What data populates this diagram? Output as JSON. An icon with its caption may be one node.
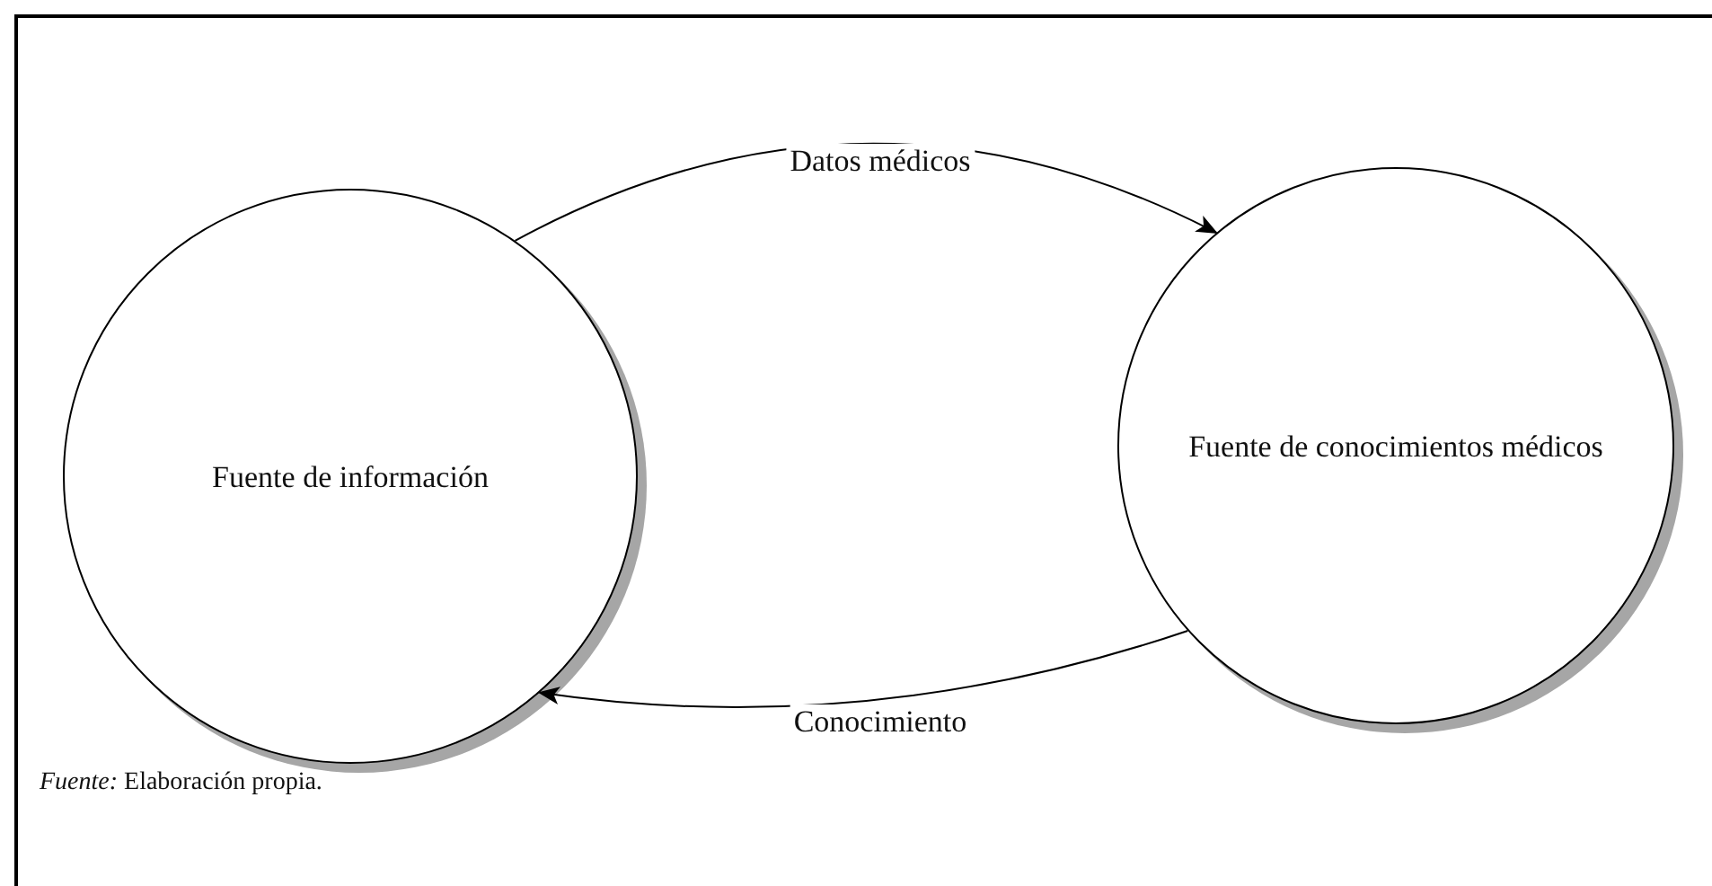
{
  "diagram": {
    "caption": "*Fuente:* Elaboración propia.",
    "nodes": [
      {
        "text": [
          "Fuente de información"
        ]
      },
      {
        "text": [
          "Fuente de conocimientos médicos"
        ]
      }
    ],
    "edges": [
      {
        "from": 0,
        "to": 1,
        "arrow": "to",
        "label": "Datos médicos"
      },
      {
        "from": 1,
        "to": 0,
        "arrow": "to",
        "label": "Conocimiento"
      }
    ]
  }
}
